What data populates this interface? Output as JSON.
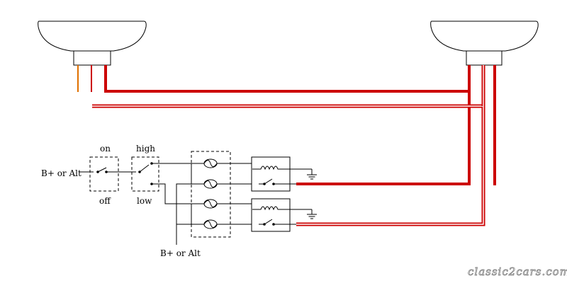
{
  "labels": {
    "switch_on": "on",
    "switch_off": "off",
    "switch_high": "high",
    "switch_low": "low",
    "power_left": "B+ or Alt",
    "power_bottom": "B+ or Alt"
  },
  "watermark": "classic2cars.com",
  "colors": {
    "wire_red": "#cc0000",
    "wire_orange": "#e07000",
    "wire_line": "#000000",
    "background": "#ffffff"
  }
}
